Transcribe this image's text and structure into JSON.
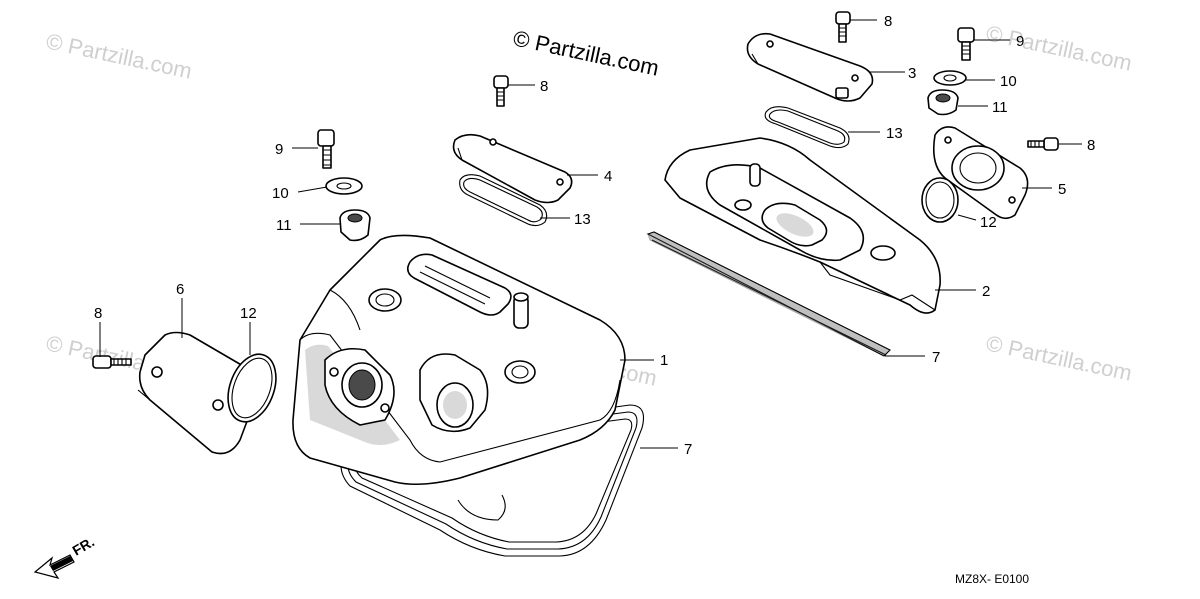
{
  "watermarks": {
    "main": "© Partzilla.com",
    "faint": "© Partzilla.com"
  },
  "direction_label": "FR.",
  "diagram_code": "MZ8X- E0100",
  "callouts": {
    "c1": "1",
    "c2": "2",
    "c3": "3",
    "c4": "4",
    "c5": "5",
    "c6": "6",
    "c7a": "7",
    "c7b": "7",
    "c8a": "8",
    "c8b": "8",
    "c8c": "8",
    "c8d": "8",
    "c9a": "9",
    "c9b": "9",
    "c10a": "10",
    "c10b": "10",
    "c11a": "11",
    "c11b": "11",
    "c12a": "12",
    "c12b": "12",
    "c13a": "13",
    "c13b": "13"
  }
}
